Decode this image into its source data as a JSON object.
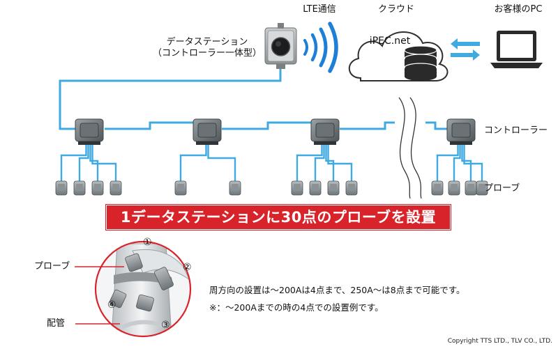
{
  "header": {
    "lte_label": "LTE通信",
    "cloud_title": "クラウド",
    "cloud_service": "iPEC.net",
    "pc_label": "お客様のPC"
  },
  "station": {
    "line1": "データステーション",
    "line2": "（コントローラー一体型）"
  },
  "network": {
    "controller_label": "コントローラー",
    "probe_label": "プローブ",
    "probes_per_controller": [
      4,
      2,
      4,
      4
    ]
  },
  "banner": {
    "text": "1データステーションに30点のプローブを設置"
  },
  "detail": {
    "probe_label": "プローブ",
    "pipe_label": "配管",
    "positions": [
      "①",
      "②",
      "③",
      "④"
    ]
  },
  "notes": {
    "line1": "周方向の設置は～200Aは4点まで、250A～は8点まで可能です。",
    "line2": "※：～200Aまでの時の4点での設置例です。"
  },
  "footer": {
    "copyright": "Copyright TTS LTD., TLV CO., LTD."
  },
  "colors": {
    "wire": "#3fa9e0",
    "banner_bg": "#d9232a",
    "arrow": "#3fa9e0",
    "wifi": "#1e7fd6",
    "circle": "#d9232a"
  }
}
